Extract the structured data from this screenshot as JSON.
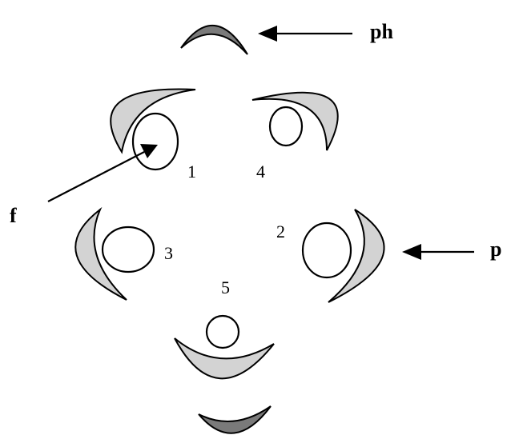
{
  "labels": {
    "ph": "ph",
    "f": "f",
    "p": "p"
  },
  "numbers": {
    "n1": "1",
    "n2": "2",
    "n3": "3",
    "n4": "4",
    "n5": "5"
  },
  "colors": {
    "light_crescent": "#d3d3d3",
    "dark_crescent": "#7a7a7a",
    "outline": "#000000",
    "background": "#ffffff"
  }
}
